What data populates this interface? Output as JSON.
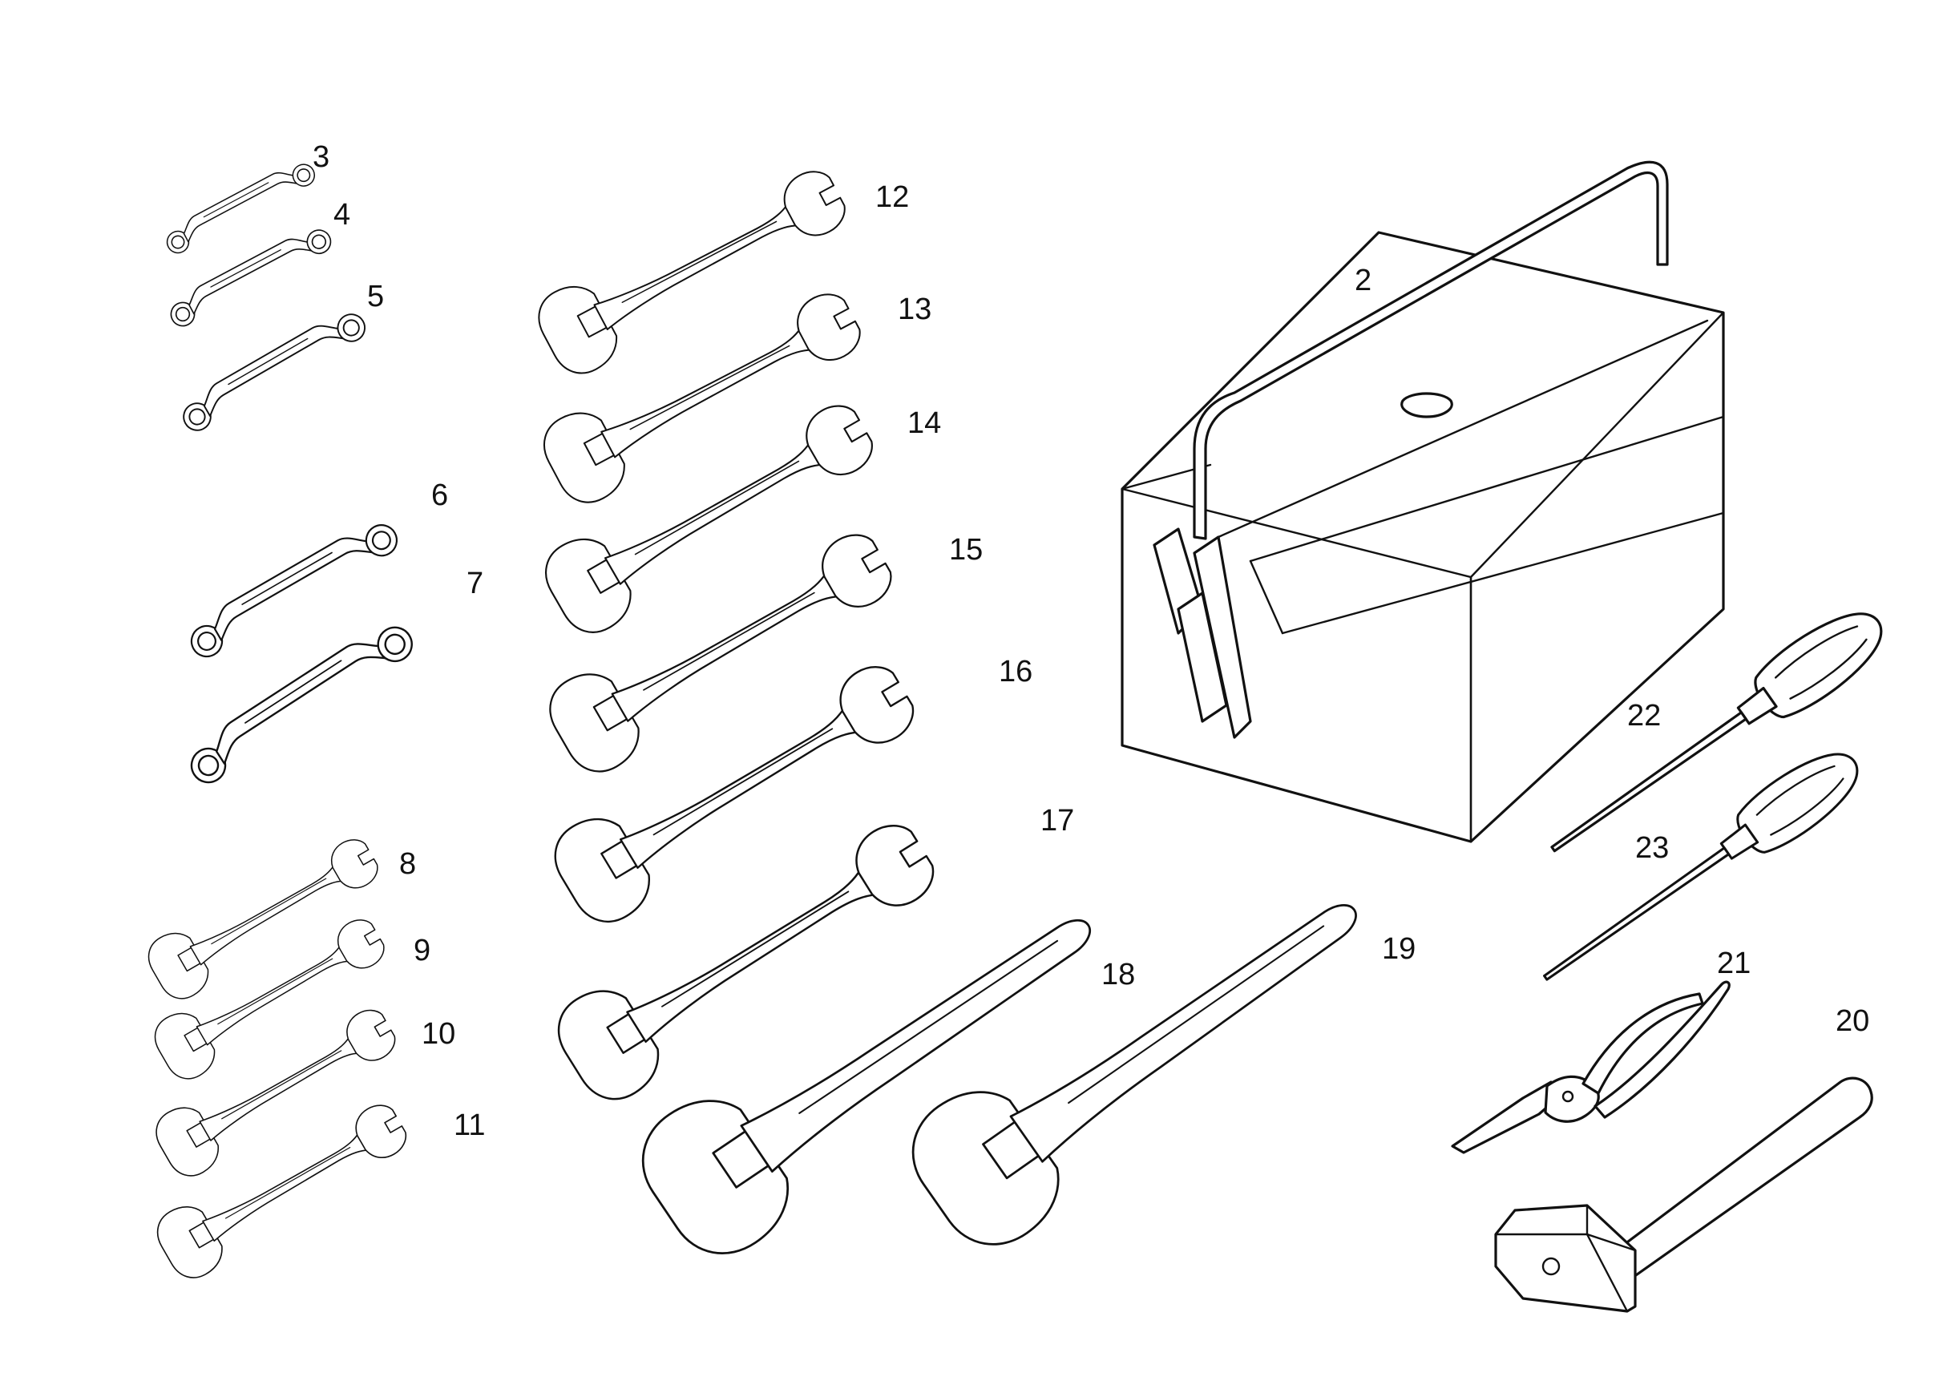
{
  "labels": {
    "toolbox": "2",
    "ring_wrench_3": "3",
    "ring_wrench_4": "4",
    "ring_wrench_5": "5",
    "ring_wrench_6": "6",
    "ring_wrench_7": "7",
    "wrench_8": "8",
    "wrench_9": "9",
    "wrench_10": "10",
    "wrench_11": "11",
    "wrench_12": "12",
    "wrench_13": "13",
    "wrench_14": "14",
    "wrench_15": "15",
    "wrench_16": "16",
    "wrench_17": "17",
    "wrench_18": "18",
    "wrench_19": "19",
    "hammer": "20",
    "pliers": "21",
    "screwdriver_flat": "22",
    "screwdriver_cross": "23"
  },
  "colors": {
    "line": "#111111",
    "background": "#ffffff"
  },
  "icons": {
    "toolbox": "toolbox-icon",
    "ring_wrench": "box-end-wrench-icon",
    "open_wrench": "open-end-wrench-icon",
    "single_wrench": "single-open-end-wrench-icon",
    "hammer": "hammer-icon",
    "pliers": "pliers-icon",
    "screwdriver": "screwdriver-icon"
  }
}
